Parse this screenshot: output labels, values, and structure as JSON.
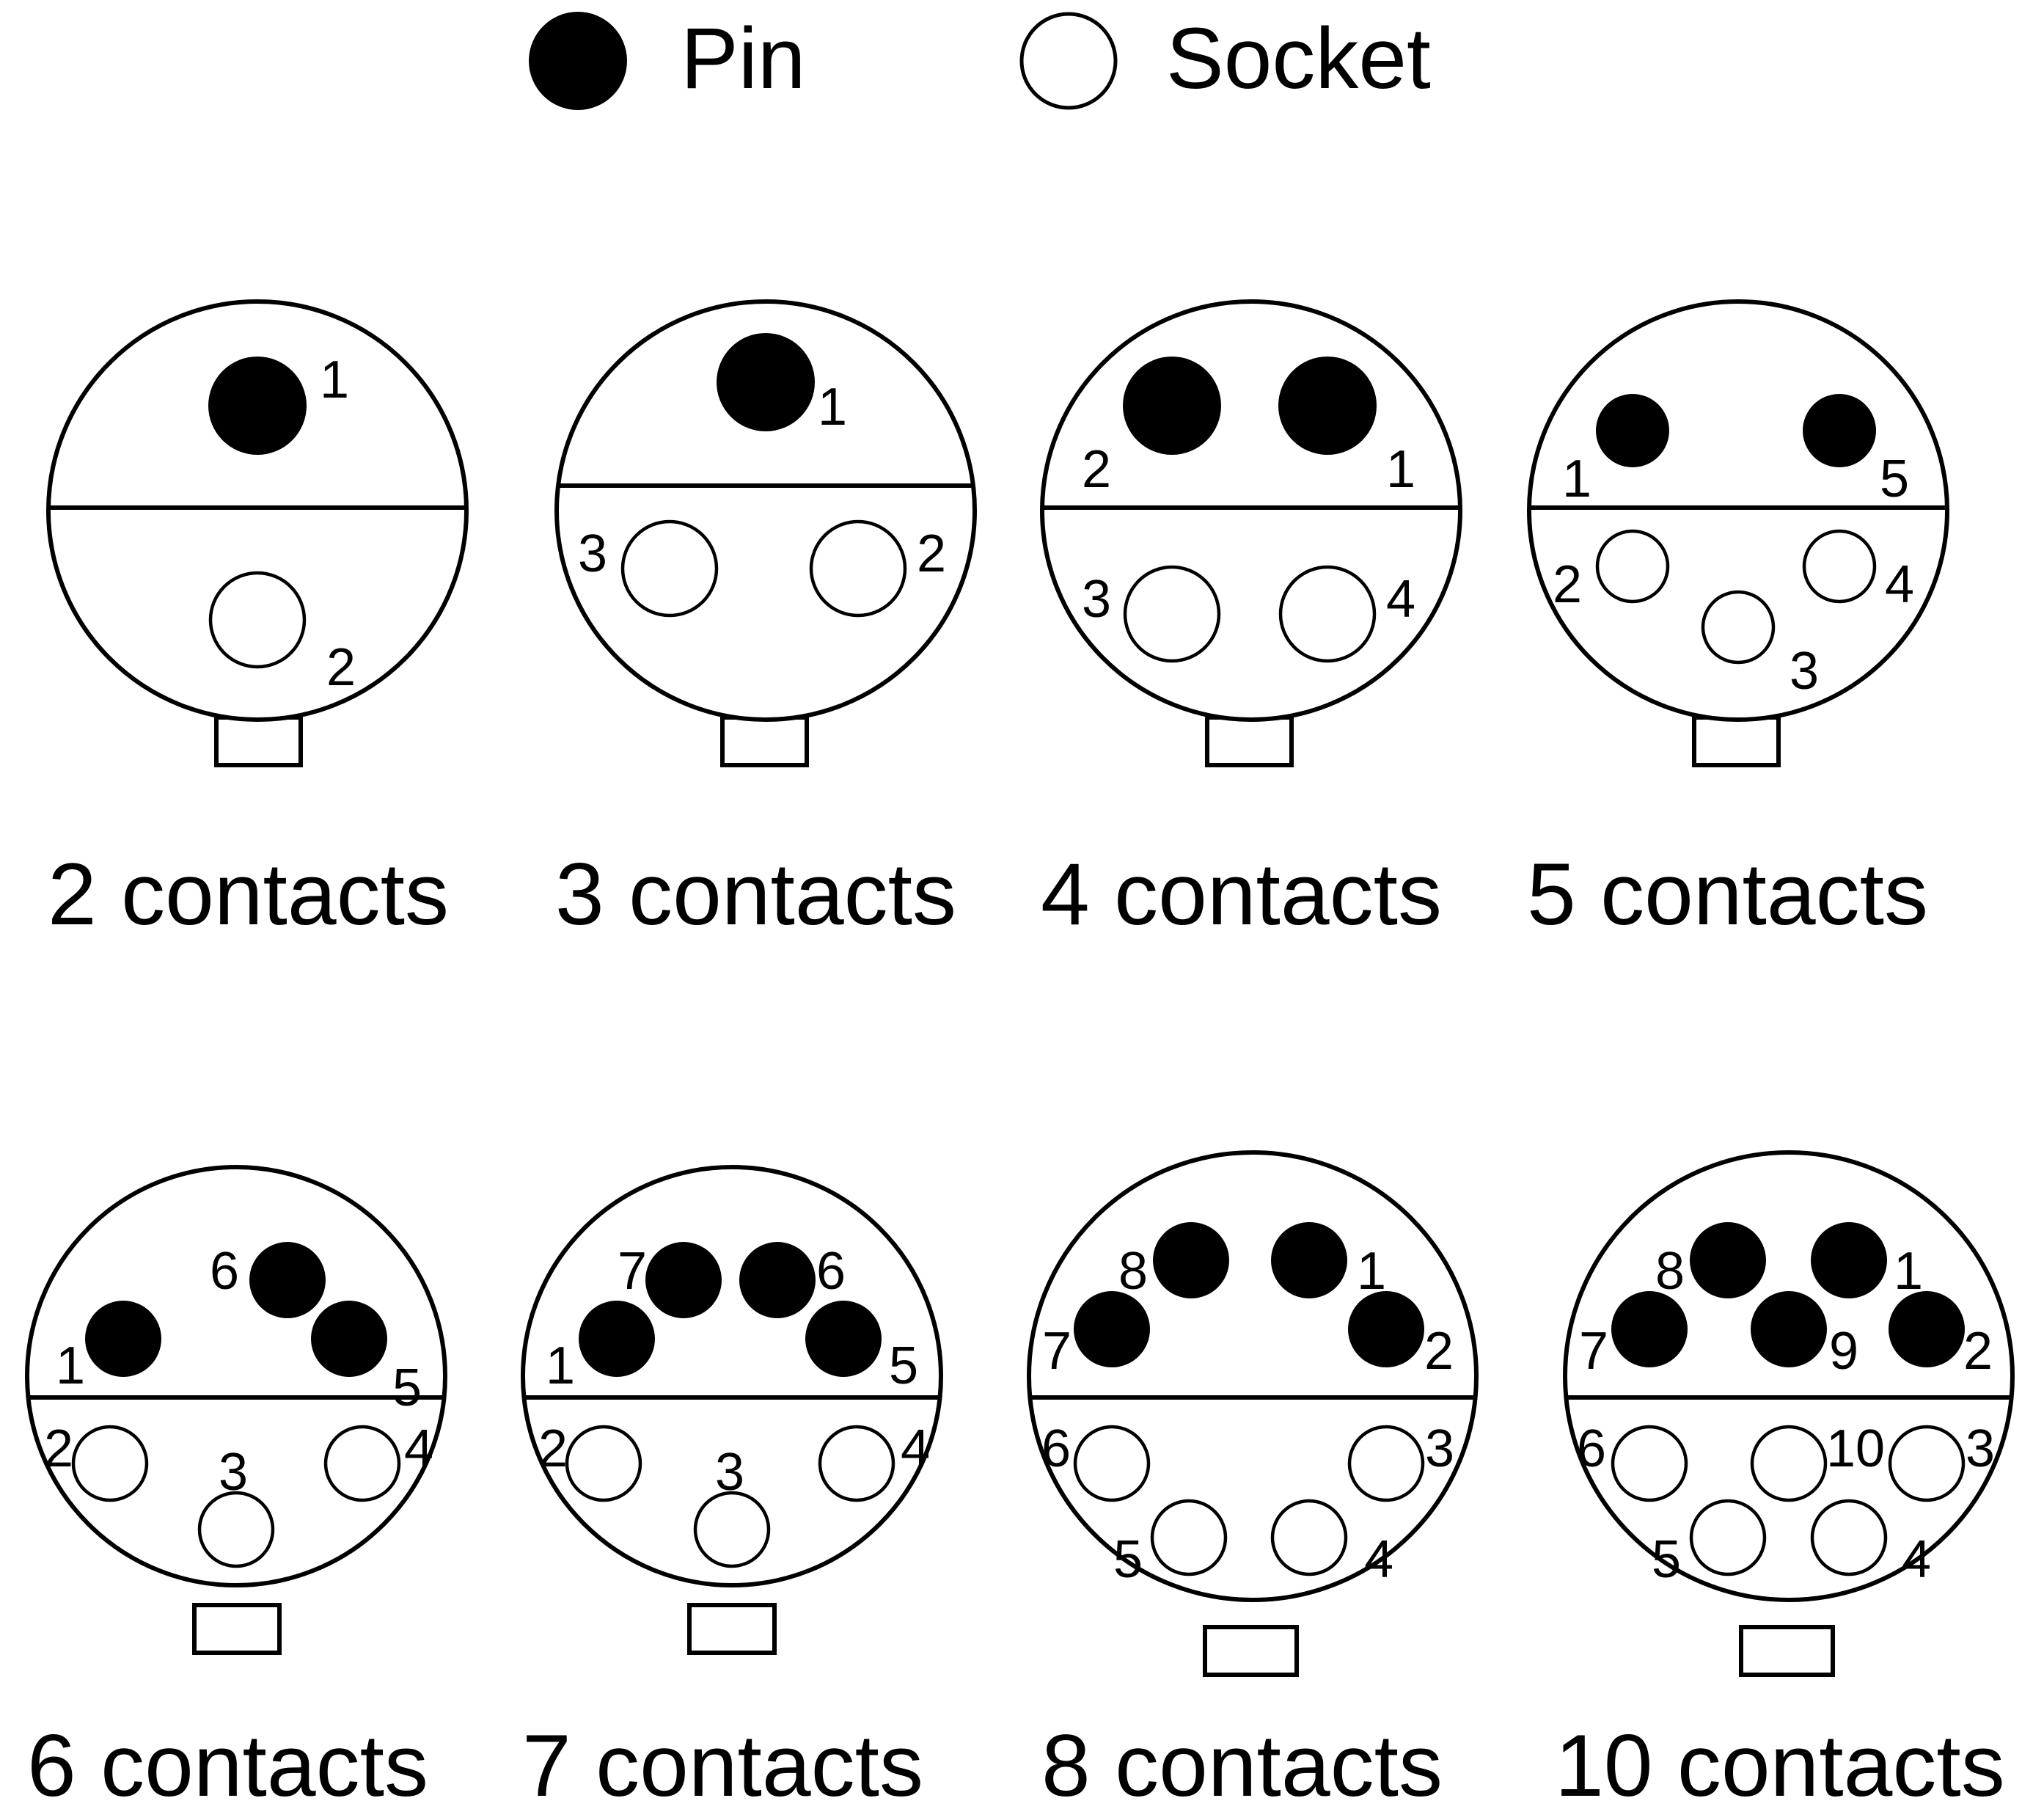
{
  "legend": {
    "pin_label": "Pin",
    "socket_label": "Socket"
  },
  "colors": {
    "ink": "#000000",
    "paper": "#ffffff"
  },
  "connectors": [
    {
      "caption": "2 contacts",
      "contacts": [
        {
          "label": "1",
          "kind": "pin"
        },
        {
          "label": "2",
          "kind": "socket"
        }
      ]
    },
    {
      "caption": "3 contacts",
      "contacts": [
        {
          "label": "1",
          "kind": "pin"
        },
        {
          "label": "3",
          "kind": "socket"
        },
        {
          "label": "2",
          "kind": "socket"
        }
      ]
    },
    {
      "caption": "4 contacts",
      "contacts": [
        {
          "label": "2",
          "kind": "pin"
        },
        {
          "label": "1",
          "kind": "pin"
        },
        {
          "label": "3",
          "kind": "socket"
        },
        {
          "label": "4",
          "kind": "socket"
        }
      ]
    },
    {
      "caption": "5 contacts",
      "contacts": [
        {
          "label": "1",
          "kind": "pin"
        },
        {
          "label": "5",
          "kind": "pin"
        },
        {
          "label": "2",
          "kind": "socket"
        },
        {
          "label": "4",
          "kind": "socket"
        },
        {
          "label": "3",
          "kind": "socket"
        }
      ]
    },
    {
      "caption": "6 contacts",
      "contacts": [
        {
          "label": "6",
          "kind": "pin"
        },
        {
          "label": "1",
          "kind": "pin"
        },
        {
          "label": "5",
          "kind": "pin"
        },
        {
          "label": "2",
          "kind": "socket"
        },
        {
          "label": "4",
          "kind": "socket"
        },
        {
          "label": "3",
          "kind": "socket"
        }
      ]
    },
    {
      "caption": "7 contacts",
      "contacts": [
        {
          "label": "7",
          "kind": "pin"
        },
        {
          "label": "6",
          "kind": "pin"
        },
        {
          "label": "1",
          "kind": "pin"
        },
        {
          "label": "5",
          "kind": "pin"
        },
        {
          "label": "2",
          "kind": "socket"
        },
        {
          "label": "4",
          "kind": "socket"
        },
        {
          "label": "3",
          "kind": "socket"
        }
      ]
    },
    {
      "caption": "8 contacts",
      "contacts": [
        {
          "label": "8",
          "kind": "pin"
        },
        {
          "label": "1",
          "kind": "pin"
        },
        {
          "label": "7",
          "kind": "pin"
        },
        {
          "label": "2",
          "kind": "pin"
        },
        {
          "label": "6",
          "kind": "socket"
        },
        {
          "label": "3",
          "kind": "socket"
        },
        {
          "label": "5",
          "kind": "socket"
        },
        {
          "label": "4",
          "kind": "socket"
        }
      ]
    },
    {
      "caption": "10 contacts",
      "contacts": [
        {
          "label": "8",
          "kind": "pin"
        },
        {
          "label": "1",
          "kind": "pin"
        },
        {
          "label": "7",
          "kind": "pin"
        },
        {
          "label": "9",
          "kind": "pin"
        },
        {
          "label": "2",
          "kind": "pin"
        },
        {
          "label": "6",
          "kind": "socket"
        },
        {
          "label": "10",
          "kind": "socket"
        },
        {
          "label": "3",
          "kind": "socket"
        },
        {
          "label": "5",
          "kind": "socket"
        },
        {
          "label": "4",
          "kind": "socket"
        }
      ]
    }
  ]
}
